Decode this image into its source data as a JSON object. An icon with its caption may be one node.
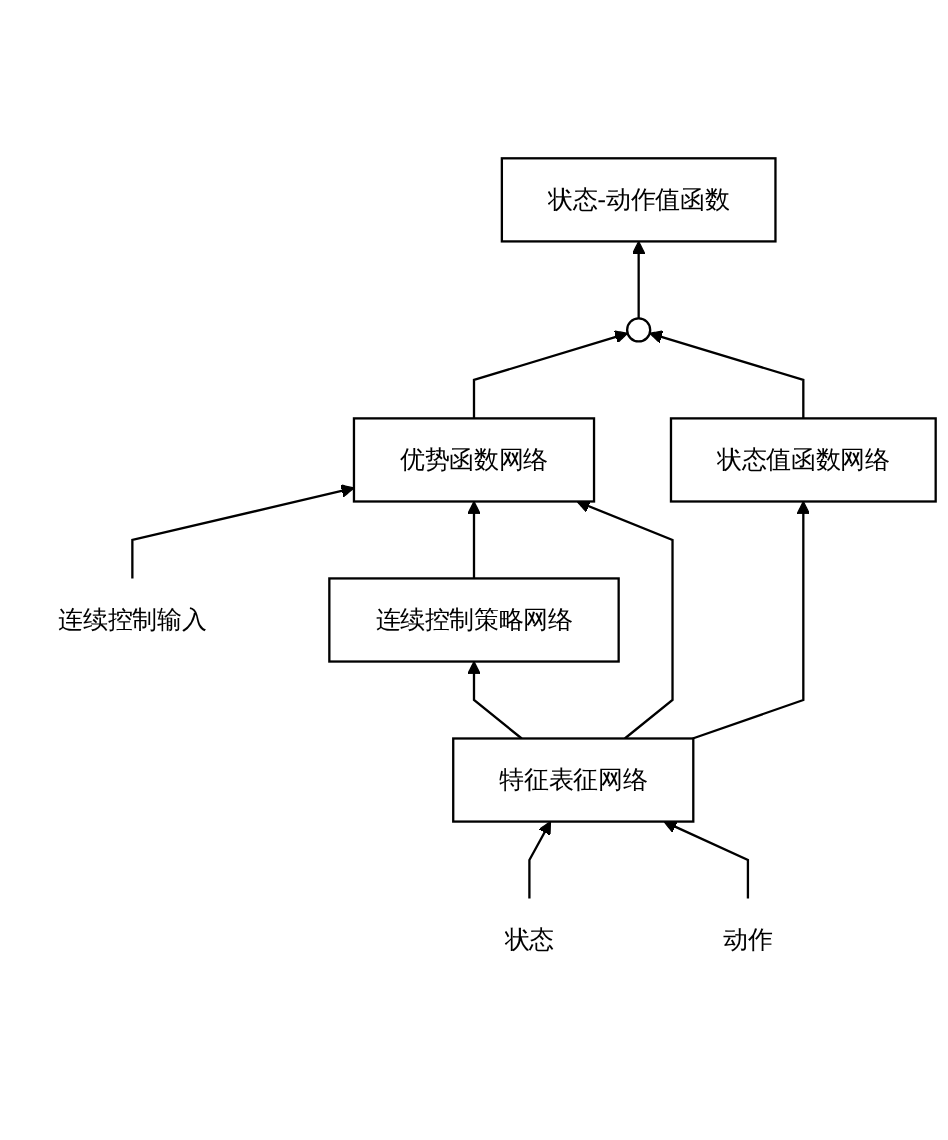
{
  "diagram": {
    "nodes": [
      {
        "text": [
          "状态-动作值函数"
        ]
      },
      {
        "text": [],
        "shape": "circle"
      },
      {
        "text": [
          "优势函数网络"
        ]
      },
      {
        "text": [
          "连续控制输入"
        ]
      },
      {
        "text": [
          "状态值函数网络"
        ]
      },
      {
        "text": [
          "连续控制策略网络"
        ]
      },
      {
        "text": [
          "特征表征网络"
        ]
      },
      {
        "text": [
          "状态"
        ]
      },
      {
        "text": [
          "动作"
        ]
      }
    ],
    "edges": [
      {
        "from": 1,
        "to": 0,
        "arrow": "to"
      },
      {
        "from": 2,
        "to": 1,
        "arrow": "to"
      },
      {
        "from": 4,
        "to": 1,
        "arrow": "to"
      },
      {
        "from": 3,
        "to": 2,
        "arrow": "to"
      },
      {
        "from": 5,
        "to": 2,
        "arrow": "to"
      },
      {
        "from": 6,
        "to": 4,
        "arrow": "to"
      },
      {
        "from": 6,
        "to": 5,
        "arrow": "to"
      },
      {
        "from": 6,
        "to": 2,
        "arrow": "to"
      },
      {
        "from": 7,
        "to": 6,
        "arrow": "to"
      },
      {
        "from": 8,
        "to": 6,
        "arrow": "to"
      }
    ]
  }
}
